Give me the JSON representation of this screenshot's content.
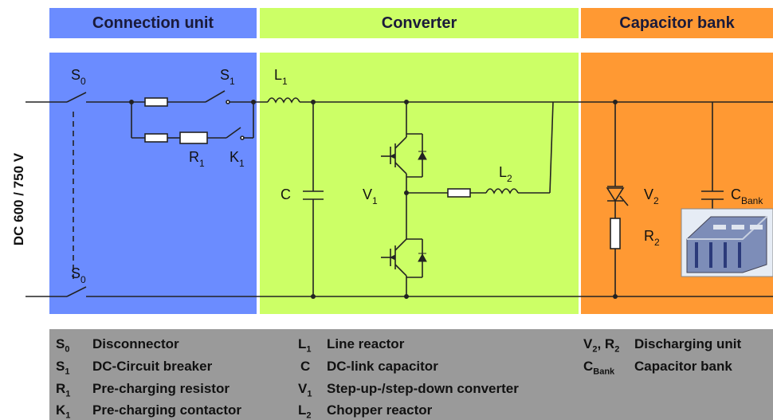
{
  "headers": {
    "connection_unit": "Connection unit",
    "converter": "Converter",
    "capacitor_bank": "Capacitor bank"
  },
  "colors": {
    "connection_unit": "#6b8cff",
    "converter": "#ccff66",
    "capacitor_bank": "#ff9933",
    "legend_bg": "#9a9a9a"
  },
  "side_label": "DC 600 / 750 V",
  "circuit_labels": {
    "s0_top": {
      "main": "S",
      "sub": "0"
    },
    "s1": {
      "main": "S",
      "sub": "1"
    },
    "r1": {
      "main": "R",
      "sub": "1"
    },
    "k1": {
      "main": "K",
      "sub": "1"
    },
    "s0_bottom": {
      "main": "S",
      "sub": "0"
    },
    "l1": {
      "main": "L",
      "sub": "1"
    },
    "c": {
      "main": "C",
      "sub": ""
    },
    "v1": {
      "main": "V",
      "sub": "1"
    },
    "l2": {
      "main": "L",
      "sub": "2"
    },
    "v2": {
      "main": "V",
      "sub": "2"
    },
    "r2": {
      "main": "R",
      "sub": "2"
    },
    "cbank": {
      "main": "C",
      "sub": "Bank"
    }
  },
  "legend": {
    "col1": [
      {
        "sym": "S",
        "sub": "0",
        "desc": "Disconnector"
      },
      {
        "sym": "S",
        "sub": "1",
        "desc": "DC-Circuit breaker"
      },
      {
        "sym": "R",
        "sub": "1",
        "desc": "Pre-charging resistor"
      },
      {
        "sym": "K",
        "sub": "1",
        "desc": "Pre-charging contactor"
      }
    ],
    "col2": [
      {
        "sym": "L",
        "sub": "1",
        "desc": "Line reactor"
      },
      {
        "sym": "C",
        "sub": "",
        "desc": "DC-link capacitor"
      },
      {
        "sym": "V",
        "sub": "1",
        "desc": "Step-up-/step-down converter"
      },
      {
        "sym": "L",
        "sub": "2",
        "desc": "Chopper reactor"
      }
    ],
    "col3": [
      {
        "sym": "V",
        "sub": "2",
        "sym2": ", R",
        "sub2": "2",
        "desc": "Discharging unit"
      },
      {
        "sym": "C",
        "sub": "Bank",
        "sym2": "",
        "sub2": "",
        "desc": "Capacitor bank"
      }
    ]
  }
}
